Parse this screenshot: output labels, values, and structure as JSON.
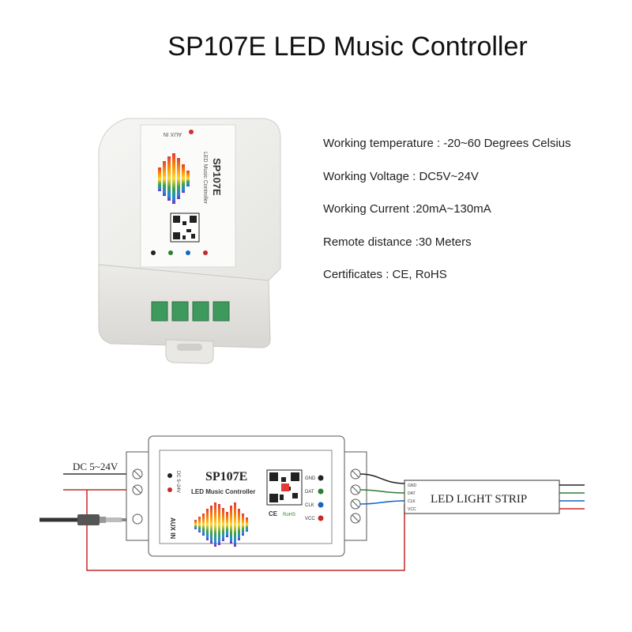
{
  "title": "SP107E LED Music Controller",
  "specs": [
    "Working temperature : -20~60 Degrees Celsius",
    "Working Voltage : DC5V~24V",
    "Working Current :20mA~130mA",
    "Remote distance :30 Meters",
    "Certificates : CE, RoHS"
  ],
  "device_label": {
    "model": "SP107E",
    "subtitle": "LED Music Controller",
    "input_power": "DC 5~24V",
    "aux_in": "AUX IN",
    "pins": [
      "GND",
      "DAT",
      "CLK",
      "VCC"
    ],
    "marks": [
      "CE",
      "RoHS"
    ]
  },
  "diagram": {
    "power_label": "DC 5~24V",
    "strip_label": "LED LIGHT STRIP",
    "strip_pins": [
      "GND",
      "DAT",
      "CLK",
      "VCC"
    ]
  }
}
